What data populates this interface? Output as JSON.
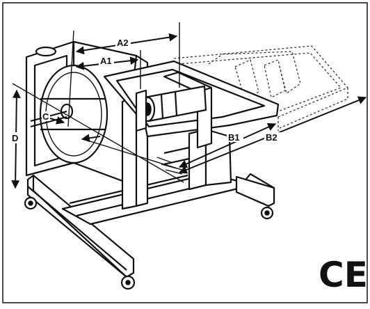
{
  "diagram": {
    "labels": {
      "a1": "A1",
      "a2": "A2",
      "b1": "B1",
      "b2": "B2",
      "c": "C",
      "d": "D"
    },
    "mark": "CE"
  }
}
